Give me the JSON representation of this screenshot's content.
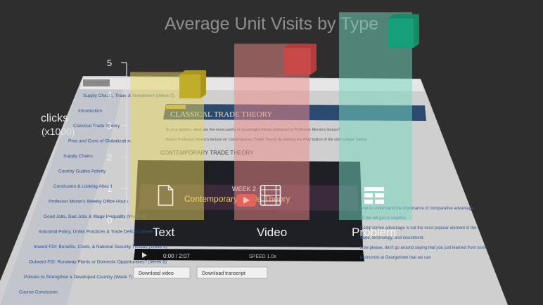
{
  "chart_data": {
    "type": "bar",
    "title": "Average Unit Visits by Type",
    "ylabel": "clicks",
    "ylabel_unit": "(x1000)",
    "ylim": [
      0,
      5
    ],
    "yticks": [
      "0",
      "1",
      "2",
      "3",
      "4",
      "5"
    ],
    "categories": [
      "Text",
      "Video",
      "Problem"
    ],
    "values": [
      4.7,
      5.6,
      6.6
    ],
    "colors": [
      "#e5d55e",
      "#f08a8a",
      "#74d9bf"
    ],
    "bar_top_colors": [
      "#a9961c",
      "#b33d3d",
      "#148a66"
    ],
    "bar_front_colors": [
      "#c2ad2a",
      "#c94848",
      "#16a07a"
    ],
    "icons": [
      "document-icon",
      "film-icon",
      "grid-icon"
    ]
  },
  "background": {
    "video_banner": "CLASSICAL TRADE THEORY",
    "week_badge": "WEEK 2",
    "video_title": "CONTEMPORARY TRADE THEORY",
    "video_overlay": "Contemporary Trade Theory",
    "time": "0:00 / 2:07",
    "speed": "SPEED 1.0x",
    "download_video": "Download video",
    "download_transcript": "Download transcript",
    "instruction_1": "In your opinion, what are the most useful or meaningful things explained in Professor Moran's lecture?",
    "instruction_2": "Watch Professor Moran's lecture on Contemporary Trade Theory by clicking the Play button of the video player below.",
    "sidebar": [
      "Supply Chains, Trade & Investment (Week 2)",
      "Introduction",
      "Classical Trade Theory",
      "Pros and Cons of Globalization",
      "Supply Chains",
      "Country Guides Activity",
      "Conclusion & Looking Ahead",
      "Professor Moran's Weekly Office Hours",
      "Good Jobs, Bad Jobs & Wage Inequality (Week 3)",
      "Industrial Policy, Unfair Practices & Trade Deficits (Week 4)",
      "Inward FDI: Benefits, Costs, & National Security Threats (Week 5)",
      "Outward FDI: Runaway Plants or Domestic Opportunities? (Week 6)",
      "Policies to Strengthen a Developed Country (Week 7)",
      "Course Conclusion"
    ],
    "right_text": [
      "how to understand the importance of comparative advantage.",
      "all the tell you a surprise.",
      "Comparative advantage is not the most popular element in the",
      "trade, technology, and investment.",
      "Now please, don't go around saying that you just learned from some",
      "economist at Georgetown that we can"
    ]
  }
}
